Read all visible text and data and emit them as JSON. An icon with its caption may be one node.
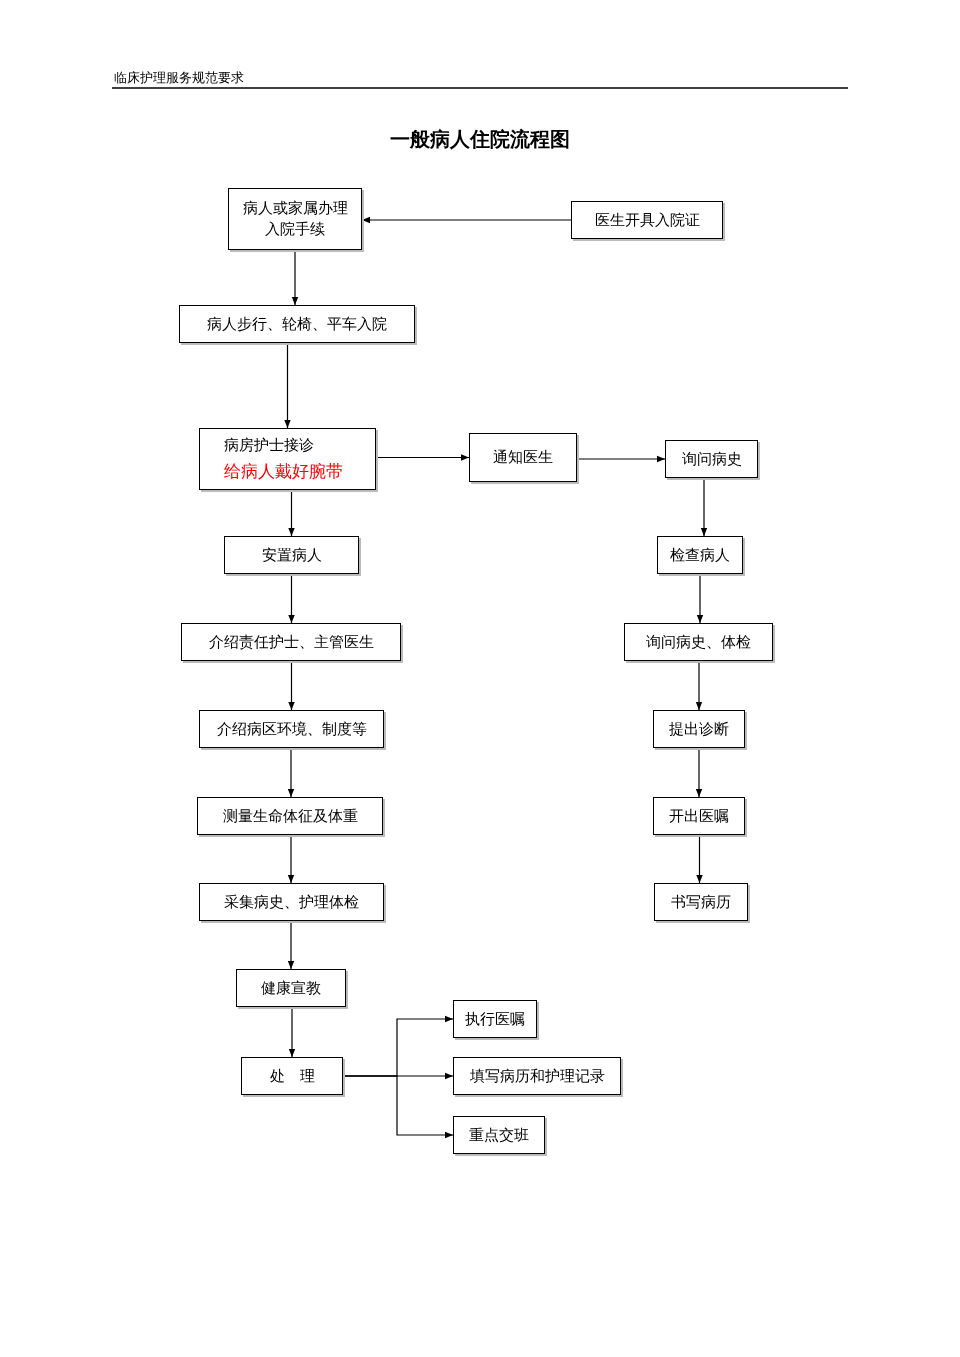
{
  "diagram": {
    "title": "一般病人住院流程图",
    "nodes": [
      {
        "text": [
          "病人或家属办理入院手续"
        ]
      },
      {
        "text": [
          "医生开具入院证"
        ]
      },
      {
        "text": [
          "病人步行、轮椅、平车入院"
        ]
      },
      {
        "text": [
          "病房护士接诊",
          "给病人戴好腕带"
        ]
      },
      {
        "text": [
          "通知医生"
        ]
      },
      {
        "text": [
          "询问病史"
        ]
      },
      {
        "text": [
          "安置病人"
        ]
      },
      {
        "text": [
          "检查病人"
        ]
      },
      {
        "text": [
          "介绍责任护士、主管医生"
        ]
      },
      {
        "text": [
          "询问病史、体检"
        ]
      },
      {
        "text": [
          "介绍病区环境、制度等"
        ]
      },
      {
        "text": [
          "提出诊断"
        ]
      },
      {
        "text": [
          "测量生命体征及体重"
        ]
      },
      {
        "text": [
          "开出医嘱"
        ]
      },
      {
        "text": [
          "采集病史、护理体检"
        ]
      },
      {
        "text": [
          "书写病历"
        ]
      },
      {
        "text": [
          "健康宣教"
        ]
      },
      {
        "text": [
          "处　理"
        ]
      },
      {
        "text": [
          "执行医嘱"
        ]
      },
      {
        "text": [
          "填写病历和护理记录"
        ]
      },
      {
        "text": [
          "重点交班"
        ]
      }
    ],
    "edges": [
      {
        "from": 1,
        "to": 0,
        "arrow": "to"
      },
      {
        "from": 0,
        "to": 2,
        "arrow": "to"
      },
      {
        "from": 2,
        "to": 3,
        "arrow": "to"
      },
      {
        "from": 3,
        "to": 4,
        "arrow": "to"
      },
      {
        "from": 4,
        "to": 5,
        "arrow": "to"
      },
      {
        "from": 5,
        "to": 7,
        "arrow": "to"
      },
      {
        "from": 7,
        "to": 9,
        "arrow": "to"
      },
      {
        "from": 9,
        "to": 11,
        "arrow": "to"
      },
      {
        "from": 11,
        "to": 13,
        "arrow": "to"
      },
      {
        "from": 13,
        "to": 15,
        "arrow": "to"
      },
      {
        "from": 3,
        "to": 6,
        "arrow": "to"
      },
      {
        "from": 6,
        "to": 8,
        "arrow": "to"
      },
      {
        "from": 8,
        "to": 10,
        "arrow": "to"
      },
      {
        "from": 10,
        "to": 12,
        "arrow": "to"
      },
      {
        "from": 12,
        "to": 14,
        "arrow": "to"
      },
      {
        "from": 14,
        "to": 16,
        "arrow": "to"
      },
      {
        "from": 16,
        "to": 17,
        "arrow": "to"
      },
      {
        "from": 17,
        "to": 18,
        "arrow": "to"
      },
      {
        "from": 17,
        "to": 19,
        "arrow": "to"
      },
      {
        "from": 17,
        "to": 20,
        "arrow": "to"
      }
    ],
    "labels": [
      "临床护理服务规范要求"
    ]
  }
}
